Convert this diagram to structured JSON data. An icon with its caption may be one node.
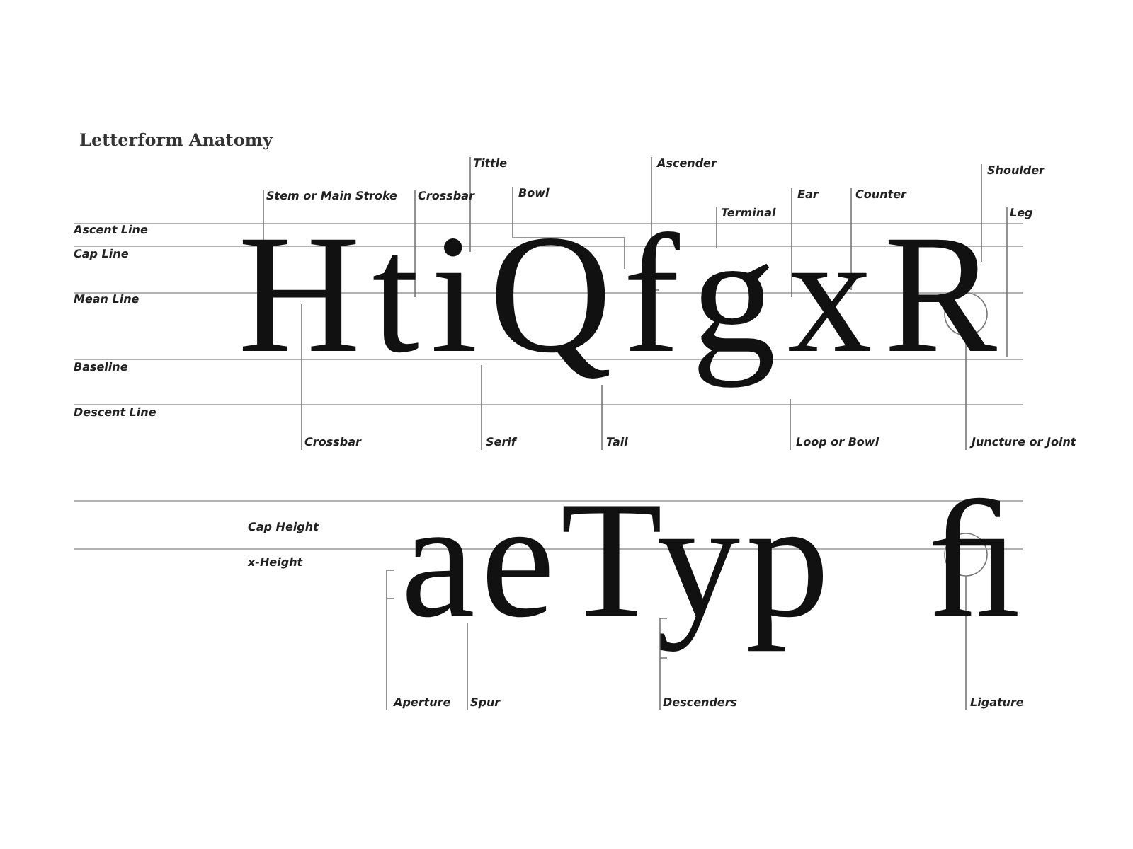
{
  "diagram": {
    "title": "Letterform Anatomy",
    "nodes": [
      {
        "text": [
          "Stem or Main Stroke"
        ]
      },
      {
        "text": [
          "Crossbar"
        ]
      },
      {
        "text": [
          "Tittle"
        ]
      },
      {
        "text": [
          "Bowl"
        ]
      },
      {
        "text": [
          "Ascender"
        ]
      },
      {
        "text": [
          "Terminal"
        ]
      },
      {
        "text": [
          "Ear"
        ]
      },
      {
        "text": [
          "Counter"
        ]
      },
      {
        "text": [
          "Shoulder"
        ]
      },
      {
        "text": [
          "Leg"
        ]
      },
      {
        "text": [
          "Crossbar"
        ]
      },
      {
        "text": [
          "Serif"
        ]
      },
      {
        "text": [
          "Tail"
        ]
      },
      {
        "text": [
          "Loop or Bowl"
        ]
      },
      {
        "text": [
          "Juncture or Joint"
        ]
      },
      {
        "text": [
          "Aperture"
        ]
      },
      {
        "text": [
          "Spur"
        ]
      },
      {
        "text": [
          "Descenders"
        ]
      },
      {
        "text": [
          "Ligature"
        ]
      },
      {
        "text": [
          "HtiQfgxR"
        ]
      },
      {
        "text": [
          "aeTyp"
        ]
      },
      {
        "text": [
          "ﬁ"
        ]
      }
    ],
    "edges": [
      {
        "from": 0,
        "to": 19,
        "arrow": "none"
      },
      {
        "from": 1,
        "to": 19,
        "arrow": "none"
      },
      {
        "from": 2,
        "to": 19,
        "arrow": "none"
      },
      {
        "from": 3,
        "to": 19,
        "arrow": "none"
      },
      {
        "from": 4,
        "to": 19,
        "arrow": "none"
      },
      {
        "from": 5,
        "to": 19,
        "arrow": "none"
      },
      {
        "from": 6,
        "to": 19,
        "arrow": "none"
      },
      {
        "from": 7,
        "to": 19,
        "arrow": "none"
      },
      {
        "from": 8,
        "to": 19,
        "arrow": "none"
      },
      {
        "from": 9,
        "to": 19,
        "arrow": "none"
      },
      {
        "from": 10,
        "to": 19,
        "arrow": "none"
      },
      {
        "from": 11,
        "to": 19,
        "arrow": "none"
      },
      {
        "from": 12,
        "to": 19,
        "arrow": "none"
      },
      {
        "from": 13,
        "to": 19,
        "arrow": "none"
      },
      {
        "from": 14,
        "to": 19,
        "arrow": "none"
      },
      {
        "from": 15,
        "to": 20,
        "arrow": "none"
      },
      {
        "from": 16,
        "to": 20,
        "arrow": "none"
      },
      {
        "from": 17,
        "to": 20,
        "arrow": "none"
      },
      {
        "from": 18,
        "to": 21,
        "arrow": "none"
      }
    ],
    "labels": [
      "Ascent Line",
      "Cap Line",
      "Mean Line",
      "Baseline",
      "Descent Line",
      "Cap Height",
      "x-Height"
    ]
  }
}
